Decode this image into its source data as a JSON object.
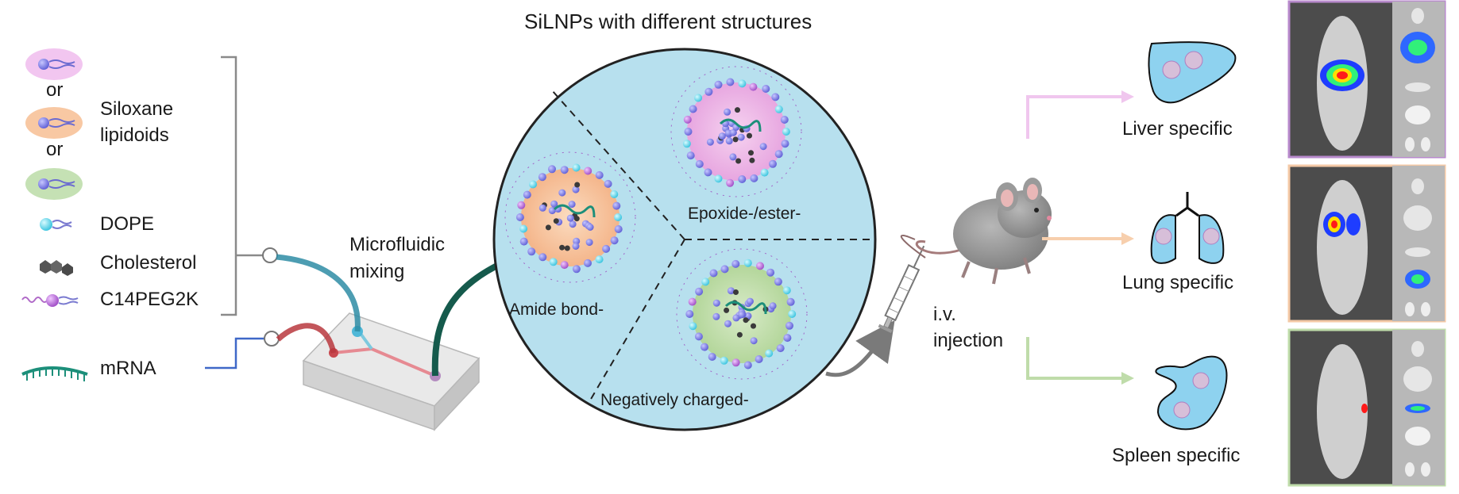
{
  "figure_title": "SiLNPs with different structures",
  "legend": {
    "or_1": "or",
    "or_2": "or",
    "siloxane_line1": "Siloxane",
    "siloxane_line2": "lipidoids",
    "dope": "DOPE",
    "cholesterol": "Cholesterol",
    "c14peg2k": "C14PEG2K",
    "mrna": "mRNA"
  },
  "microfluidic": {
    "line1": "Microfluidic",
    "line2": "mixing"
  },
  "nanoparticles": {
    "amide": "Amide bond-",
    "epoxide": "Epoxide-/ester-",
    "negative": "Negatively charged-"
  },
  "injection": {
    "line1": "i.v.",
    "line2": "injection"
  },
  "organs": {
    "liver": "Liver specific",
    "lung": "Lung specific",
    "spleen": "Spleen specific"
  },
  "colors": {
    "liver_accent": "#e9b3e6",
    "lung_accent": "#f7c9a4",
    "spleen_accent": "#b9d9a6",
    "circle_fill": "#b9e1ee",
    "organ_fill": "#8ed2ef"
  }
}
